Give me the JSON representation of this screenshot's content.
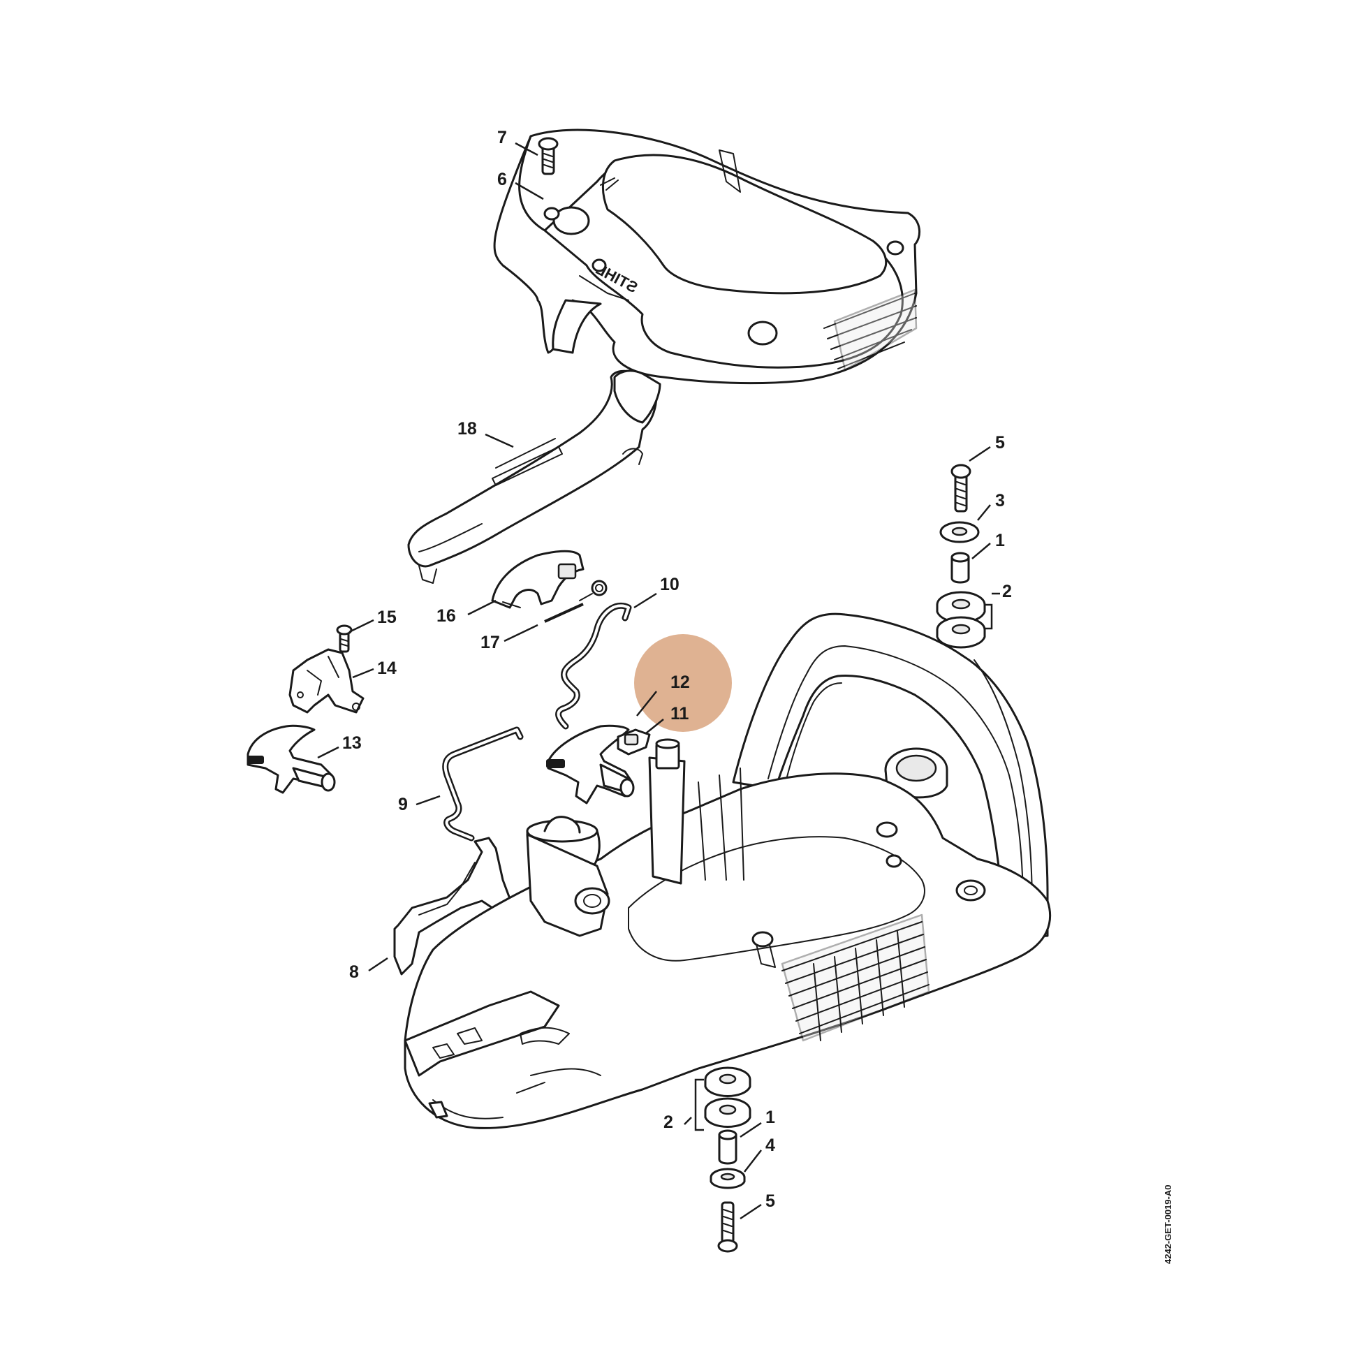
{
  "diagram": {
    "reference_code": "4242-GET-0019-A0",
    "brand_mark": "STIHL",
    "highlight_color": "#d9a47f",
    "highlighted_callouts": [
      "12",
      "11"
    ],
    "callouts": {
      "c7": "7",
      "c6": "6",
      "c18": "18",
      "c5_top": "5",
      "c3": "3",
      "c1_top": "1",
      "c2_top": "2",
      "c10": "10",
      "c16": "16",
      "c17": "17",
      "c15": "15",
      "c14": "14",
      "c12": "12",
      "c11": "11",
      "c13": "13",
      "c9": "9",
      "c8": "8",
      "c2_bottom": "2",
      "c1_bottom": "1",
      "c4": "4",
      "c5_bottom": "5"
    }
  }
}
